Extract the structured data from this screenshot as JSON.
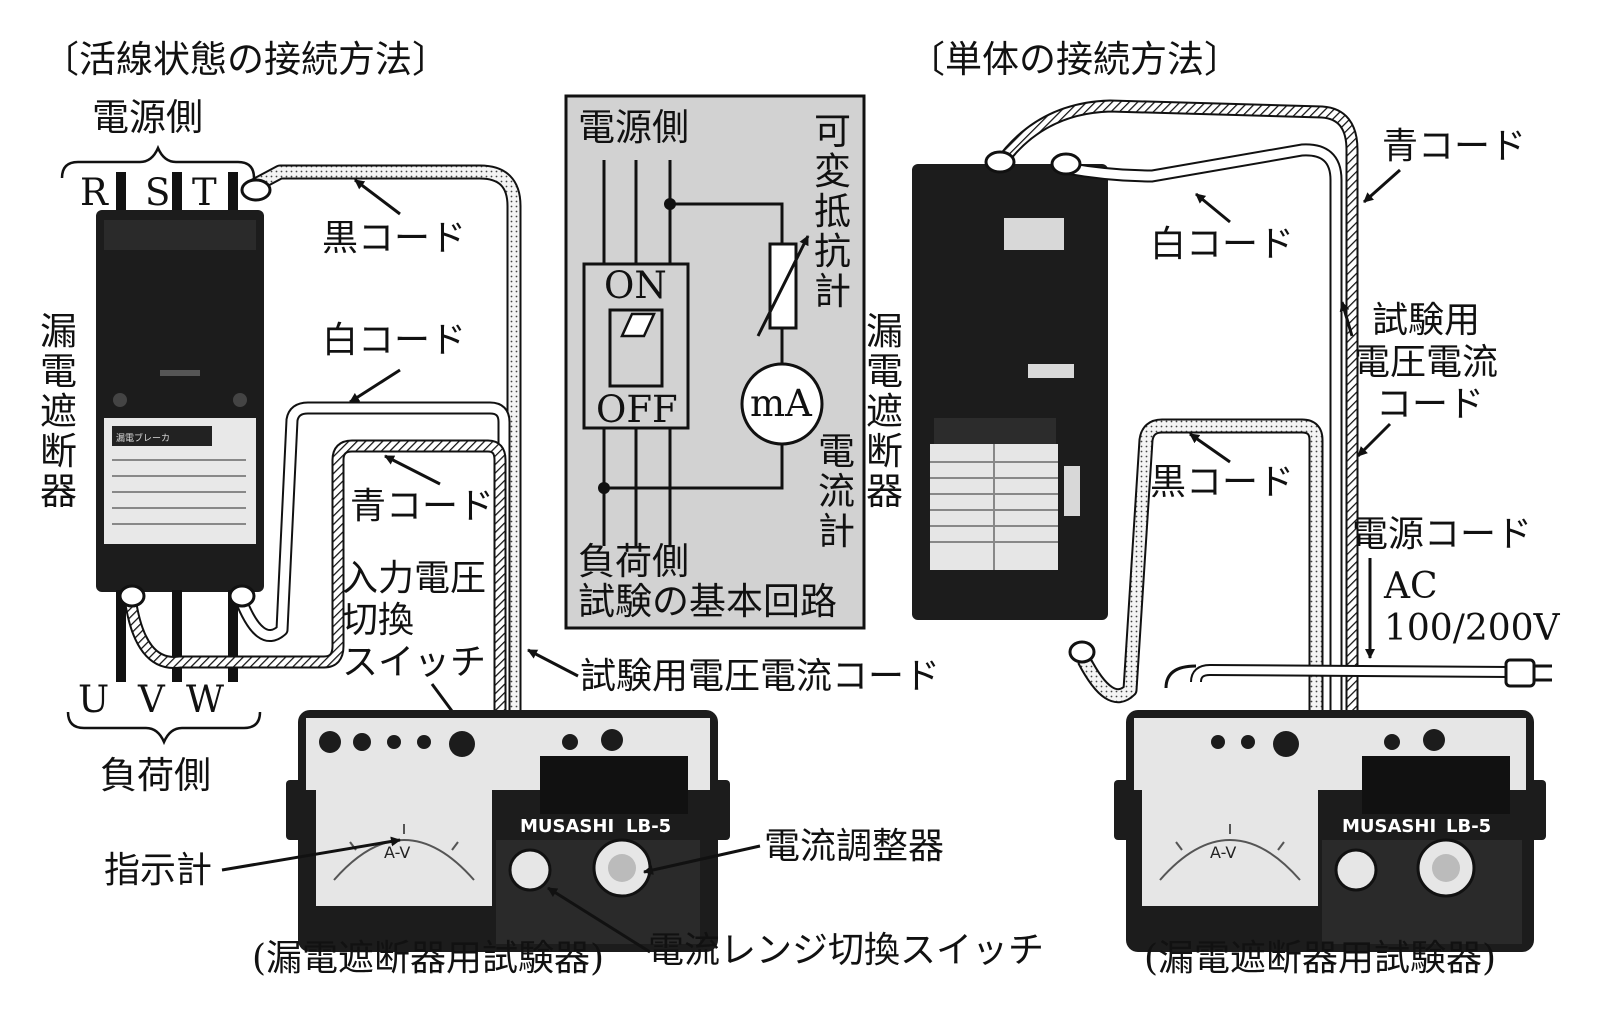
{
  "left_panel": {
    "title": "〔活線状態の接続方法〕",
    "supply_side": "電源側",
    "terminals_top": [
      "R",
      "S",
      "T"
    ],
    "terminals_bottom": [
      "U",
      "V",
      "W"
    ],
    "load_side": "負荷側",
    "breaker_label_chars": [
      "漏",
      "電",
      "遮",
      "断",
      "器"
    ],
    "breaker_plate_text": "漏電ブレーカ",
    "black_cord": "黒コード",
    "white_cord": "白コード",
    "blue_cord": "青コード",
    "voltage_switch_lines": [
      "入力電圧",
      "切換",
      "スイッチ"
    ],
    "test_cord": "試験用電圧電流コード",
    "indicator": "指示計",
    "current_adjuster": "電流調整器",
    "range_switch": "電流レンジ切換スイッチ",
    "tester_caption": "(漏電遮断器用試験器)"
  },
  "circuit": {
    "supply_side": "電源側",
    "resistor_chars": [
      "可",
      "変",
      "抵",
      "抗",
      "計"
    ],
    "on": "ON",
    "off": "OFF",
    "ammeter": "mA",
    "ammeter_label_chars": [
      "電",
      "流",
      "計"
    ],
    "load_side": "負荷側",
    "caption": "試験の基本回路"
  },
  "right_panel": {
    "title": "〔単体の接続方法〕",
    "blue_cord": "青コード",
    "white_cord": "白コード",
    "breaker_label_chars": [
      "漏",
      "電",
      "遮",
      "断",
      "器"
    ],
    "test_cord_lines": [
      "試験用",
      "電圧電流",
      "コード"
    ],
    "black_cord": "黒コード",
    "power_cord": "電源コード",
    "ac": "AC",
    "voltage": "100/200V",
    "tester_caption": "(漏電遮断器用試験器)"
  },
  "tester": {
    "brand": "MUSASHI",
    "model": "LB-5",
    "meter_scale": "A-V"
  },
  "colors": {
    "ink": "#111111",
    "panel_grey": "#d2d2d2",
    "device_dark": "#1c1c1c"
  }
}
